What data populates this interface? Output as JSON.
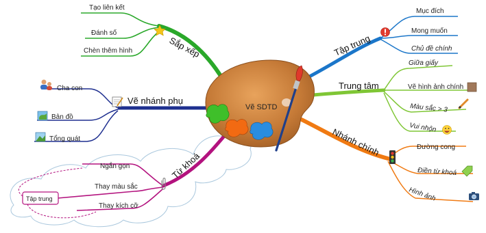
{
  "center": {
    "label": "Vẽ SDTD"
  },
  "branches": {
    "sap_xep": {
      "label": "Sắp xếp",
      "color": "#2aa82a",
      "icon": "star-icon",
      "children": [
        "Tạo liên kết",
        "Đánh số",
        "Chèn thêm hình"
      ]
    },
    "ve_nhanh_phu": {
      "label": "Vẽ nhánh phụ",
      "color": "#1e2f8f",
      "icon": "notepad-icon",
      "children": [
        "Cha con",
        "Bản đồ",
        "Tổng quát"
      ],
      "child_icons": [
        "people-icon",
        "map-icon",
        "landscape-icon"
      ]
    },
    "tu_khoa": {
      "label": "Từ khoá",
      "color": "#b3127e",
      "icon": "paperclip-icon",
      "children": [
        "Ngắn gọn",
        "Thay màu sắc",
        "Thay kích cỡ"
      ],
      "boxed_label": "Tập trung"
    },
    "tap_trung": {
      "label": "Tập trung",
      "color": "#1b76c9",
      "icon": "alert-icon",
      "children": [
        "Mục đích",
        "Mong muốn",
        "Chủ đề chính"
      ]
    },
    "trung_tam": {
      "label": "Trung tâm",
      "color": "#7fc635",
      "children": [
        "Giữa giấy",
        "Vẽ hình ảnh chính",
        "Màu sắc > 3",
        "Vui nhộn"
      ],
      "child_icons": [
        "picture-icon",
        "pencil-icon",
        "smiley-icon"
      ]
    },
    "nhanh_chinh": {
      "label": "Nhánh chính",
      "color": "#f07a12",
      "icon": "traffic-light-icon",
      "children": [
        "Đường cong",
        "Điền từ khoá",
        "Hình ảnh"
      ],
      "child_icons": [
        "tag-icon",
        "camera-icon"
      ]
    }
  }
}
